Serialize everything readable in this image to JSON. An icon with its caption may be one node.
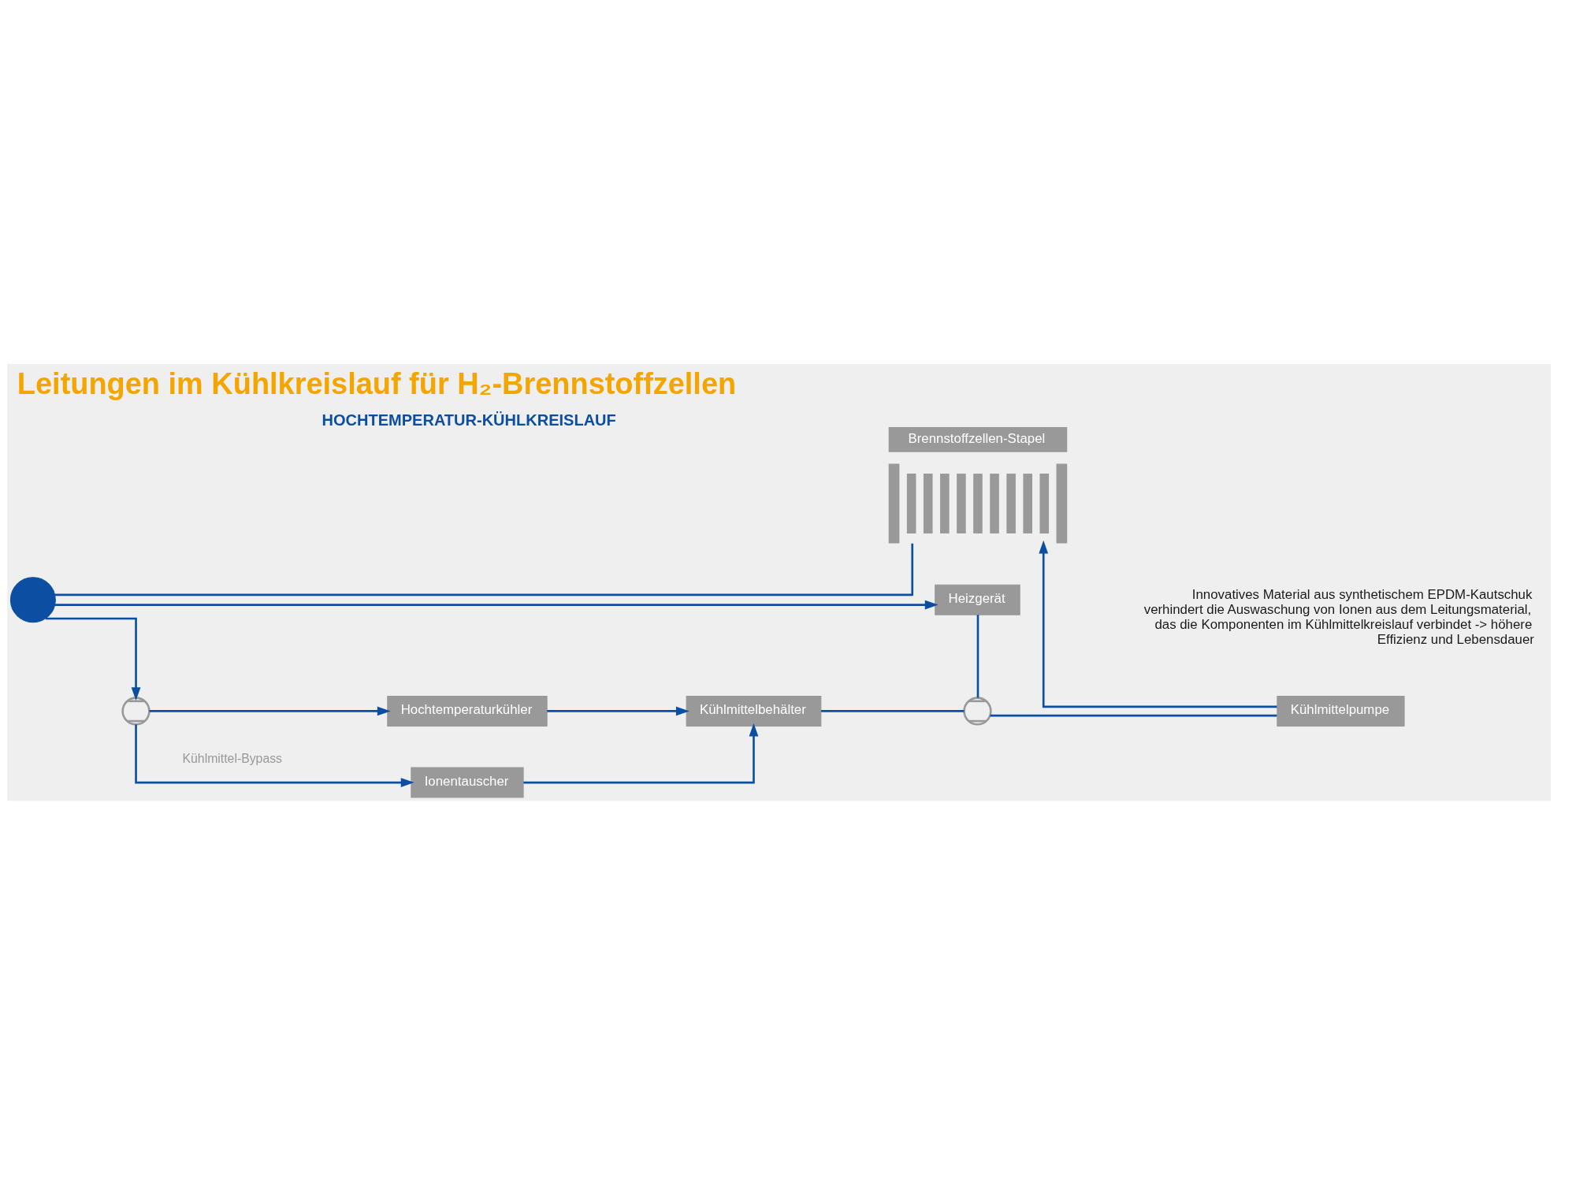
{
  "diagram": {
    "title": "Leitungen im Kühlkreislauf für H₂-Brennstoffzellen",
    "nodes": [
      {
        "text": [
          "Brennstoffzellen-Stapel"
        ]
      },
      {
        "text": [],
        "shape": "circle"
      },
      {
        "text": [
          "Heizgerät"
        ]
      },
      {
        "text": [],
        "shape": "valve"
      },
      {
        "text": [
          "Hochtemperaturkühler"
        ]
      },
      {
        "text": [
          "Kühlmittelbehälter"
        ]
      },
      {
        "text": [],
        "shape": "valve"
      },
      {
        "text": [
          "Kühlmittelpumpe"
        ]
      },
      {
        "text": [
          "Ionentauscher"
        ]
      }
    ],
    "edges": [
      {
        "from": 1,
        "to": 0,
        "arrow": "none"
      },
      {
        "from": 1,
        "to": 2,
        "arrow": "to"
      },
      {
        "from": 1,
        "to": 3,
        "arrow": "to"
      },
      {
        "from": 3,
        "to": 4,
        "arrow": "to"
      },
      {
        "from": 4,
        "to": 5,
        "arrow": "to"
      },
      {
        "from": 3,
        "to": 8,
        "arrow": "to",
        "label": "Kühlmittel-Bypass"
      },
      {
        "from": 8,
        "to": 5,
        "arrow": "to"
      },
      {
        "from": 5,
        "to": 6,
        "arrow": "none"
      },
      {
        "from": 2,
        "to": 6,
        "arrow": "none"
      },
      {
        "from": 6,
        "to": 7,
        "arrow": "none"
      },
      {
        "from": 7,
        "to": 0,
        "arrow": "to"
      }
    ],
    "labels": [
      "HOCHTEMPERATUR-KÜHLKREISLAUF",
      "Innovatives Material aus synthetischem EPDM-Kautschuk verhindert die Auswaschung von Ionen aus dem Leitungsmaterial, das die Komponenten im Kühlmittelkreislauf verbindet -> höhere Effizienz und Lebensdauer"
    ]
  }
}
